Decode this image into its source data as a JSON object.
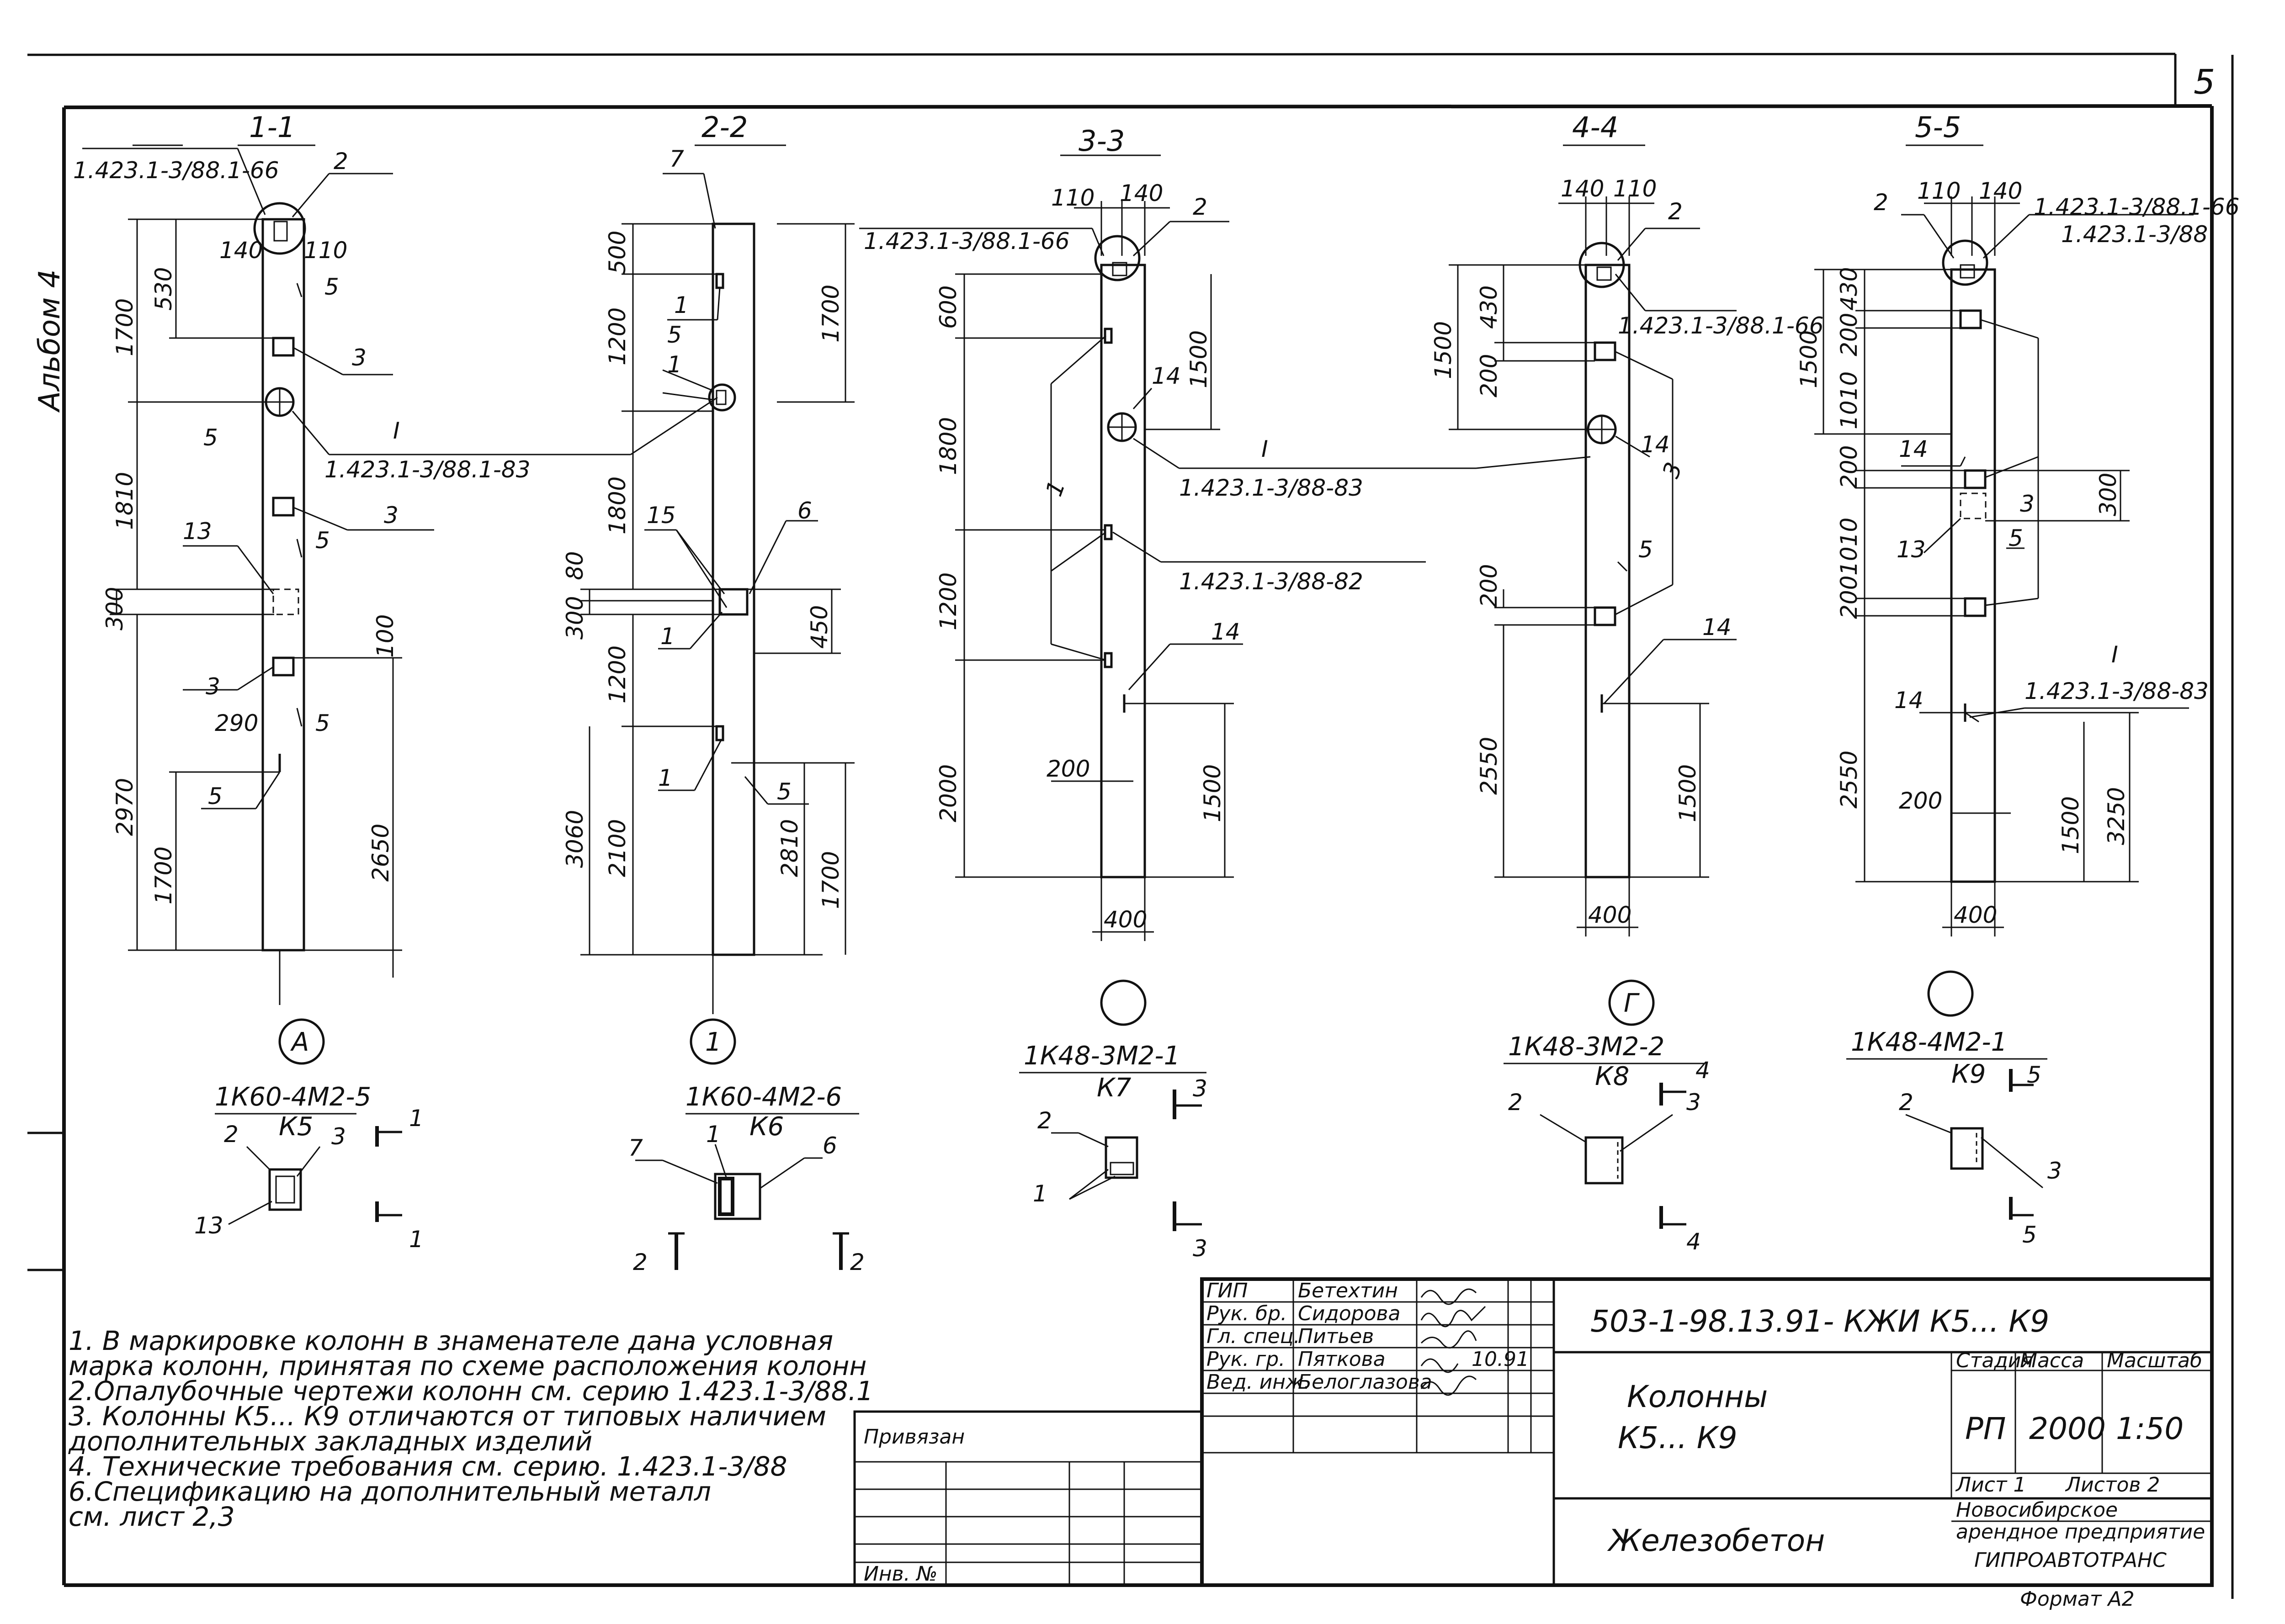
{
  "sheet": {
    "number": "5",
    "album_label": "Альбом 4"
  },
  "sections": [
    {
      "title": "1-1",
      "axis": "А",
      "mark": "1К60-4М2-5",
      "mark_short": "К5",
      "refs": [
        "1.423.1-3/88.1-66",
        "1.423.1-3/88.1-83"
      ],
      "callout": "I",
      "dims": [
        "140",
        "110",
        "1700",
        "530",
        "1810",
        "300",
        "100",
        "290",
        "2970",
        "1700",
        "2650"
      ],
      "items": [
        "2",
        "5",
        "3",
        "5",
        "3",
        "13",
        "5",
        "3",
        "5",
        "5"
      ],
      "cut": [
        "1",
        "1"
      ],
      "plan_items": [
        "2",
        "3",
        "13"
      ]
    },
    {
      "title": "2-2",
      "axis": "1",
      "mark": "1К60-4М2-6",
      "mark_short": "К6",
      "dims": [
        "500",
        "1200",
        "1700",
        "1800",
        "300",
        "80",
        "450",
        "1200",
        "3060",
        "2100",
        "2810",
        "1700"
      ],
      "items": [
        "7",
        "1",
        "5",
        "1",
        "15",
        "6",
        "1",
        "1",
        "5"
      ],
      "cut": [
        "2",
        "2"
      ],
      "plan_items": [
        "7",
        "1",
        "6"
      ]
    },
    {
      "title": "3-3",
      "axis": "",
      "mark": "1К48-3М2-1",
      "mark_short": "К7",
      "refs": [
        "1.423.1-3/88.1-66",
        "1.423.1-3/88-83",
        "1.423.1-3/88-82"
      ],
      "callout": "I",
      "dims": [
        "110",
        "140",
        "600",
        "1500",
        "1800",
        "1200",
        "2000",
        "200",
        "1500",
        "400"
      ],
      "items": [
        "2",
        "14",
        "1",
        "14"
      ],
      "cut": [
        "3",
        "3"
      ],
      "plan_items": [
        "2",
        "1"
      ]
    },
    {
      "title": "4-4",
      "axis": "Г",
      "mark": "1К48-3М2-2",
      "mark_short": "К8",
      "refs": [
        "1.423.1-3/88.1-66"
      ],
      "dims": [
        "140",
        "110",
        "1500",
        "430",
        "200",
        "200",
        "2550",
        "1500",
        "400"
      ],
      "items": [
        "2",
        "14",
        "3",
        "5",
        "14"
      ],
      "cut": [
        "4",
        "4"
      ],
      "plan_items": [
        "2",
        "3"
      ]
    },
    {
      "title": "5-5",
      "axis": "",
      "mark": "1К48-4М2-1",
      "mark_short": "К9",
      "refs": [
        "1.423.1-3/88.1-66",
        "1.423.1-3/88",
        "1.423.1-3/88-83"
      ],
      "callout": "I",
      "dims": [
        "110",
        "140",
        "430",
        "1500",
        "200",
        "1010",
        "200",
        "1010",
        "200",
        "300",
        "2550",
        "200",
        "1500",
        "3250",
        "400"
      ],
      "items": [
        "2",
        "14",
        "13",
        "3",
        "5",
        "14"
      ],
      "cut": [
        "5",
        "5"
      ],
      "plan_items": [
        "2",
        "3"
      ]
    }
  ],
  "notes": [
    "1. В маркировке колонн в знаменателе дана условная",
    "марка колонн, принятая по схеме расположения колонн",
    "2.Опалубочные чертежи колонн см. серию 1.423.1-3/88.1",
    "3. Колонны К5... К9 отличаются от типовых наличием",
    "дополнительных закладных изделий",
    "4. Технические требования см. серию. 1.423.1-3/88",
    "6.Спецификацию на дополнительный металл",
    "см. лист 2,3"
  ],
  "binding": {
    "label": "Привязан",
    "inv_label": "Инв. №"
  },
  "title_block": {
    "code": "503-1-98.13.91- КЖИ К5... К9",
    "roles": [
      "ГИП",
      "Рук. бр.",
      "Гл. спец.",
      "Рук. гр.",
      "Вед. инж."
    ],
    "names": [
      "Бетехтин",
      "Сидорова",
      "Питьев",
      "Пяткова",
      "Белоглазова"
    ],
    "date": "10.91",
    "title_line1": "Колонны",
    "title_line2": "К5... К9",
    "material": "Железобетон",
    "stage_label": "Стадия",
    "mass_label": "Масса",
    "scale_label": "Масштаб",
    "stage": "РП",
    "mass": "2000",
    "scale": "1:50",
    "sheet_label": "Лист 1",
    "sheets_label": "Листов 2",
    "org_line1": "Новосибирское",
    "org_line2": "арендное предприятие",
    "org_line3": "ГИПРОАВТОТРАНС",
    "format": "Формат А2"
  }
}
